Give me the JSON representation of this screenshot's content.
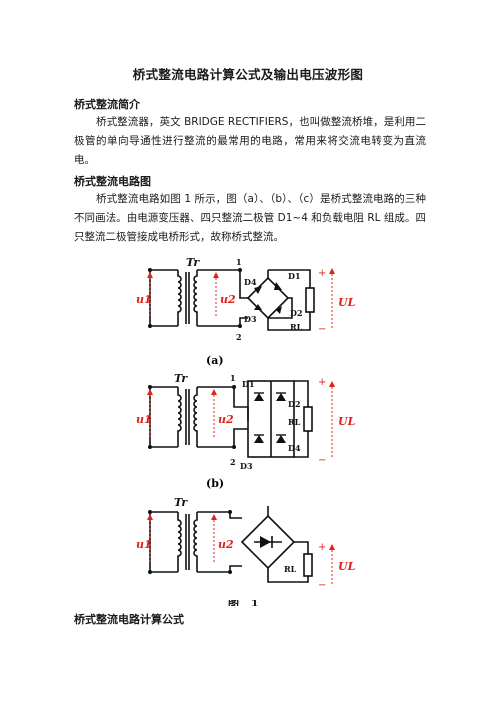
{
  "title": "桥式整流电路计算公式及输出电压波形图",
  "section1": {
    "heading": "桥式整流简介",
    "paragraph": "桥式整流器，英文 BRIDGE RECTIFIERS，也叫做整流桥堆，是利用二极管的单向导通性进行整流的最常用的电路，常用来将交流电转变为直流电。"
  },
  "section2": {
    "heading": "桥式整流电路图",
    "paragraph": "桥式整流电路如图 1 所示，图（a）、（b）、（c）是桥式整流电路的三种不同画法。由电源变压器、四只整流二极管 D1~4 和负载电阻 RL 组成。四只整流二极管接成电桥形式，故称桥式整流。"
  },
  "figures": {
    "a": {
      "caption": "(a)",
      "tr": "Tr",
      "u1": "u1",
      "u2": "u2",
      "n1": "1",
      "n2": "2",
      "d1": "D1",
      "d2": "D2",
      "d3": "D3",
      "d4": "D4",
      "rl": "RL",
      "ul": "UL",
      "plus": "+",
      "minus": "−"
    },
    "b": {
      "caption": "(b)",
      "tr": "Tr",
      "u1": "u1",
      "u2": "u2",
      "n1": "1",
      "n2": "2",
      "d1": "D1",
      "d2": "D2",
      "d3": "D3",
      "d4": "D4",
      "rl": "RL",
      "ul": "UL",
      "plus": "+",
      "minus": "−"
    },
    "c": {
      "caption": "",
      "tr": "Tr",
      "u1": "u1",
      "u2": "u2",
      "rl": "RL",
      "ul": "UL",
      "plus": "+",
      "minus": "−"
    }
  },
  "figure_footer": "图 1",
  "section3": {
    "heading": "桥式整流电路计算公式"
  }
}
